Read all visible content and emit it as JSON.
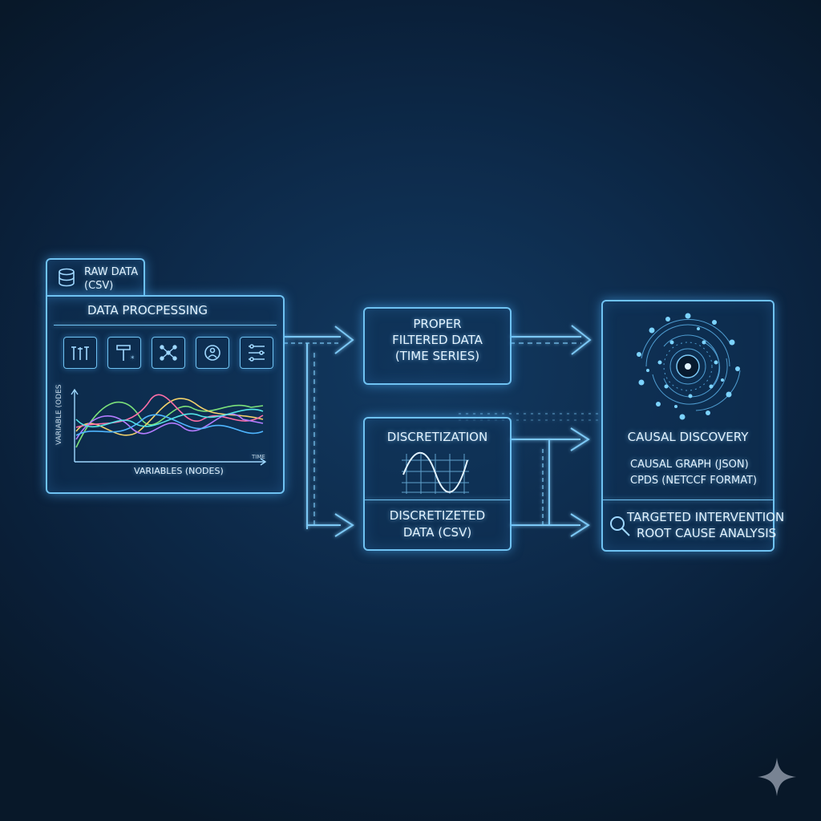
{
  "raw_data_tab": {
    "line1": "RAW DATA",
    "line2": "(CSV)"
  },
  "processing": {
    "title": "DATA PROCPESSING",
    "chart_ylabel": "VARIABLE (ODES",
    "chart_xlabel": "VARIABLES (NODES)",
    "chart_xend": "TIME"
  },
  "filtered": {
    "line1": "PROPER",
    "line2": "FILTERED DATA",
    "line3": "(TIME SERIES)"
  },
  "discretization": {
    "title": "DISCRETIZATION",
    "line1": "DISCRETIZETED",
    "line2": "DATA (CSV)"
  },
  "causal": {
    "title": "CAUSAL DISCOVERY",
    "out1": "CAUSAL GRAPH (JSON)",
    "out2": "CPDS (NETCCF FORMAT)",
    "action1": "TARGETED INTERVENTION",
    "action2": "ROOT CAUSE ANALYSIS"
  },
  "colors": {
    "accent": "#6fc2f2",
    "background": "#0d2a4a",
    "text": "#e2f3ff"
  },
  "icons": [
    "wrench-icon",
    "hammer-icon",
    "nodes-icon",
    "gear-icon",
    "sliders-icon",
    "database-icon",
    "magnifier-icon",
    "sparkle-icon"
  ]
}
